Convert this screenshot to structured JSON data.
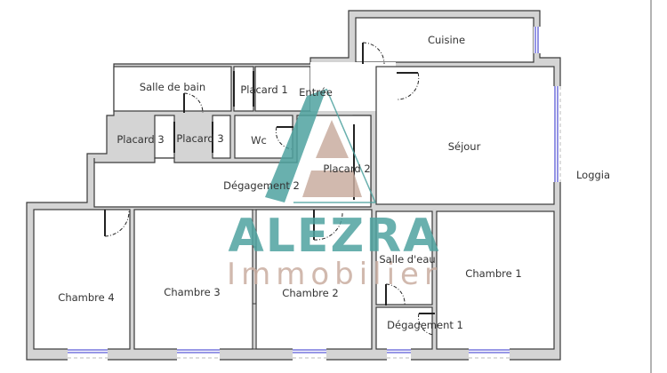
{
  "plan": {
    "rooms": {
      "cuisine": "Cuisine",
      "salle_de_bain": "Salle de bain",
      "placard_1": "Placard 1",
      "entree": "Entrée",
      "placard_3_left": "Placard 3",
      "placard_3_right": "Placard 3",
      "wc": "Wc",
      "sejour": "Séjour",
      "placard_2": "Placard 2",
      "degagement_2": "Dégagement 2",
      "loggia": "Loggia",
      "chambre_4": "Chambre 4",
      "chambre_3": "Chambre 3",
      "chambre_2": "Chambre 2",
      "salle_d_eau": "Salle d'eau",
      "chambre_1": "Chambre 1",
      "degagement_1": "Dégagement 1"
    }
  },
  "watermark": {
    "brand": "ALEZRA",
    "subtitle": "Immobilier",
    "icon": "triangle-logo-icon",
    "colors": {
      "teal": "#4fa3a0",
      "beige": "#c9ada0"
    }
  },
  "colors": {
    "wall_fill": "#d4d4d4",
    "wall_stroke": "#3a3a3a",
    "window": "#5a5ad6",
    "label": "#333333"
  }
}
